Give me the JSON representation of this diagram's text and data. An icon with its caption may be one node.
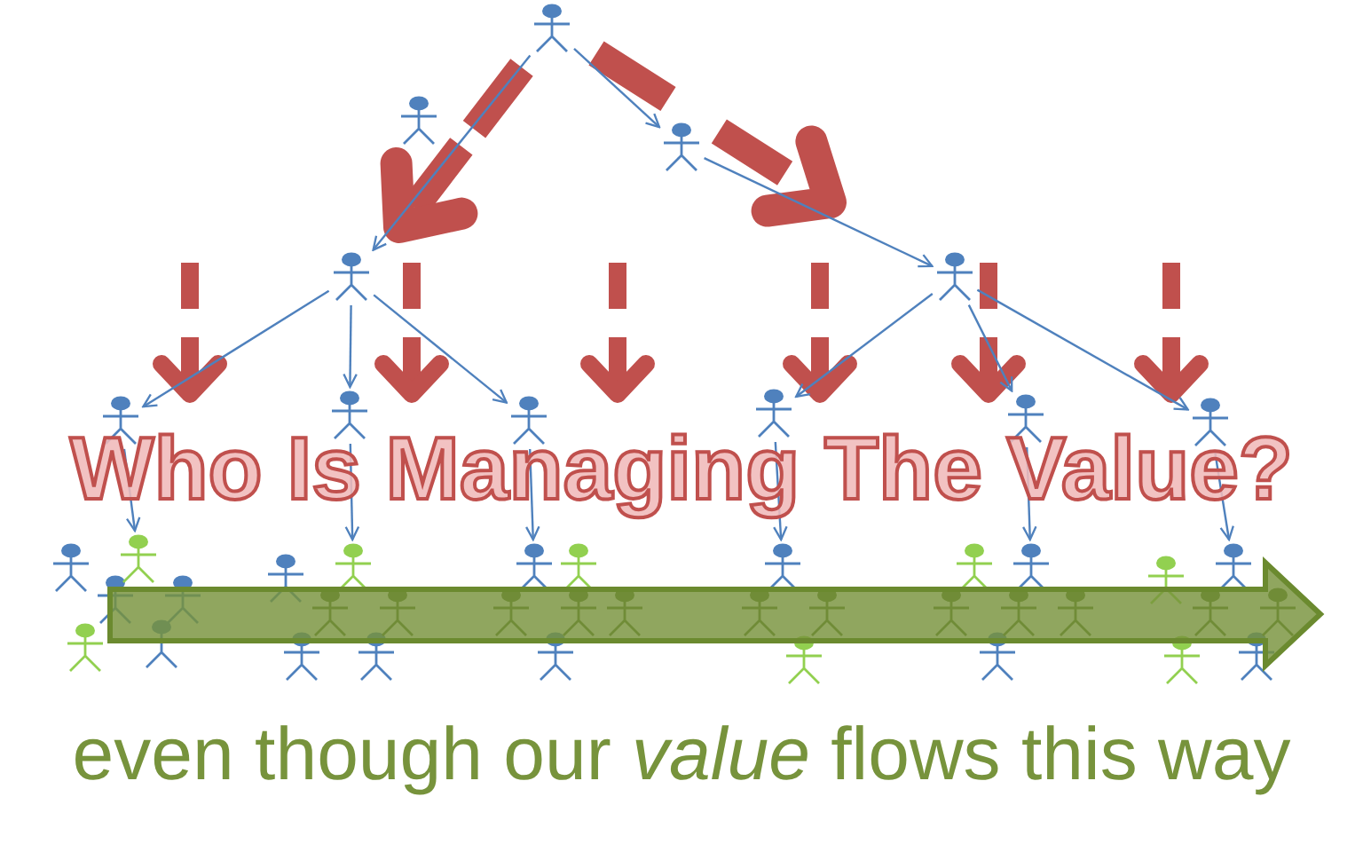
{
  "diagram": {
    "title": "Who Is Managing The Value?",
    "caption": "even though our *value* flows this way",
    "nodes": [
      {
        "text": [],
        "shape": "person"
      },
      {
        "text": [],
        "shape": "person"
      },
      {
        "text": [],
        "shape": "person"
      },
      {
        "text": [],
        "shape": "person"
      },
      {
        "text": [],
        "shape": "person"
      },
      {
        "text": [],
        "shape": "person"
      },
      {
        "text": [],
        "shape": "person"
      },
      {
        "text": [],
        "shape": "person"
      },
      {
        "text": [],
        "shape": "person"
      },
      {
        "text": [],
        "shape": "person"
      },
      {
        "text": [],
        "shape": "person"
      },
      {
        "text": [],
        "shape": "person"
      },
      {
        "text": [],
        "shape": "person"
      },
      {
        "text": [],
        "shape": "person"
      },
      {
        "text": [],
        "shape": "person"
      },
      {
        "text": [],
        "shape": "person"
      },
      {
        "text": [],
        "shape": "person"
      },
      {
        "text": [],
        "shape": "person"
      },
      {
        "text": [],
        "shape": "person"
      },
      {
        "text": [],
        "shape": "person"
      },
      {
        "text": [],
        "shape": "person"
      },
      {
        "text": [],
        "shape": "person"
      },
      {
        "text": [],
        "shape": "person"
      },
      {
        "text": [],
        "shape": "person"
      },
      {
        "text": [],
        "shape": "person"
      },
      {
        "text": [],
        "shape": "person"
      },
      {
        "text": [],
        "shape": "person"
      },
      {
        "text": [],
        "shape": "person"
      },
      {
        "text": [],
        "shape": "person"
      },
      {
        "text": [],
        "shape": "person"
      },
      {
        "text": [],
        "shape": "person"
      },
      {
        "text": [],
        "shape": "person"
      },
      {
        "text": [],
        "shape": "person"
      },
      {
        "text": [],
        "shape": "person"
      },
      {
        "text": [],
        "shape": "person"
      },
      {
        "text": [],
        "shape": "person"
      },
      {
        "text": [],
        "shape": "person"
      },
      {
        "text": [],
        "shape": "person"
      },
      {
        "text": [],
        "shape": "person"
      },
      {
        "text": [],
        "shape": "person"
      },
      {
        "text": [],
        "shape": "person"
      },
      {
        "text": [],
        "shape": "person"
      },
      {
        "text": [],
        "shape": "person"
      },
      {
        "text": [],
        "shape": "person"
      },
      {
        "text": [],
        "shape": "person"
      }
    ],
    "edges": [
      {
        "from": 0,
        "to": 3,
        "arrow": "to"
      },
      {
        "from": 0,
        "to": 2,
        "arrow": "to"
      },
      {
        "from": 2,
        "to": 4,
        "arrow": "to"
      },
      {
        "from": 3,
        "to": 5,
        "arrow": "to"
      },
      {
        "from": 3,
        "to": 6,
        "arrow": "to"
      },
      {
        "from": 3,
        "to": 7,
        "arrow": "to"
      },
      {
        "from": 4,
        "to": 8,
        "arrow": "to"
      },
      {
        "from": 4,
        "to": 9,
        "arrow": "to"
      },
      {
        "from": 4,
        "to": 10,
        "arrow": "to"
      },
      {
        "from": 5,
        "to": 14,
        "arrow": "to"
      },
      {
        "from": 6,
        "to": 20,
        "arrow": "to"
      },
      {
        "from": 7,
        "to": 24,
        "arrow": "to"
      },
      {
        "from": 8,
        "to": 30,
        "arrow": "to"
      },
      {
        "from": 9,
        "to": 37,
        "arrow": "to"
      },
      {
        "from": 10,
        "to": 42,
        "arrow": "to"
      }
    ]
  }
}
